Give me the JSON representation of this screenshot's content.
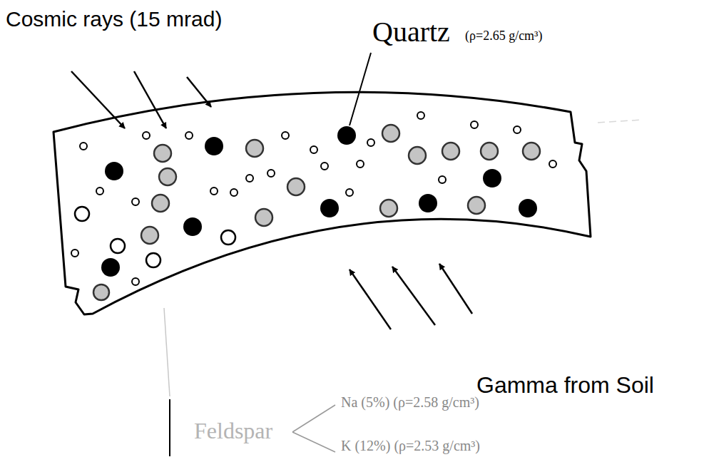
{
  "diagram": {
    "labels": [
      "Cosmic rays (15 mrad)",
      "Quartz",
      "(ρ=2.65 g/cm³)",
      "Gamma from Soil",
      "Feldspar",
      "Na (5%) (ρ=2.58 g/cm³)",
      "K (12%) (ρ=2.53 g/cm³)"
    ]
  }
}
